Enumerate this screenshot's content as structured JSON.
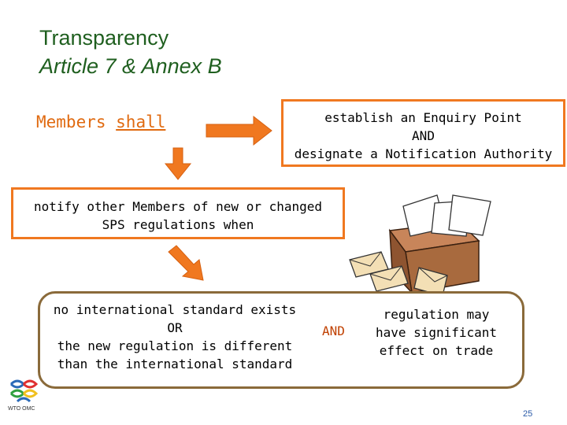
{
  "title": {
    "line1": "Transparency",
    "line2": "Article 7 & Annex B"
  },
  "members": {
    "prefix": "Members ",
    "shall": "shall"
  },
  "enquiry_box": {
    "line1": "establish an Enquiry Point",
    "line2": "AND",
    "line3": "designate a Notification Authority"
  },
  "notify_box": {
    "line1": "notify other Members of new or changed",
    "line2": "SPS regulations when"
  },
  "conditions": {
    "left": {
      "line1": "no international standard exists",
      "line2": "OR",
      "line3": "the new regulation is different",
      "line4": "than the international standard"
    },
    "connector": "AND",
    "right": {
      "line1": "regulation may",
      "line2": "have significant",
      "line3": "effect on trade"
    }
  },
  "logo": {
    "text": "WTO OMC"
  },
  "page_number": "25",
  "colors": {
    "title": "#1f5f1f",
    "accent": "#f07820",
    "members_text": "#e06a10",
    "frame": "#8a6a3a"
  }
}
